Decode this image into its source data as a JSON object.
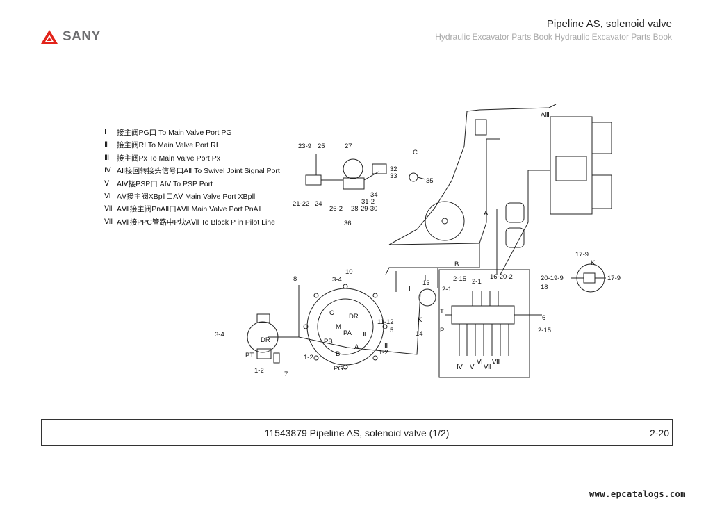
{
  "brand": {
    "name": "SANY"
  },
  "header": {
    "title": "Pipeline AS, solenoid valve",
    "subtitle": "Hydraulic Excavator Parts Book Hydraulic Excavator Parts Book"
  },
  "legend": [
    {
      "num": "Ⅰ",
      "text": "接主阀PG口 To Main Valve Port PG"
    },
    {
      "num": "Ⅱ",
      "text": "接主阀RⅠ  To Main Valve Port RⅠ"
    },
    {
      "num": "Ⅲ",
      "text": "接主阀Px   To Main Valve Port Px"
    },
    {
      "num": "Ⅳ",
      "text": "AⅡ接回转接头信号口AⅡ To Swivel Joint Signal Port"
    },
    {
      "num": "Ⅴ",
      "text": "AⅣ接PSP口 AⅣ To PSP Port"
    },
    {
      "num": "Ⅵ",
      "text": "AⅤ接主阀XBpⅡ口AⅤ Main Valve Port XBpⅡ"
    },
    {
      "num": "Ⅶ",
      "text": "AⅦ接主阀PnAⅡ口AⅦ Main Valve Port PnAⅡ"
    },
    {
      "num": "Ⅷ",
      "text": "AⅦ接PPC管路中P块AⅦ To Block P in Pilot Line"
    }
  ],
  "labels": {
    "l1": "23-9",
    "l2": "25",
    "l3": "27",
    "l4": "C",
    "l5": "32",
    "l6": "33",
    "l7": "35",
    "l8": "21-22",
    "l9": "24",
    "l10": "26-2",
    "l11": "28",
    "l12": "29-30",
    "l13": "34",
    "l14": "31-2",
    "l15": "36",
    "l16": "AⅢ",
    "l17": "A",
    "l18": "B",
    "l19": "13",
    "l20": "17-9",
    "l21": "K",
    "l22": "20-19-9",
    "l23": "17-9",
    "l24": "8",
    "l25": "10",
    "l26": "3-4",
    "l27": "C",
    "l28": "DR",
    "l29": "M",
    "l30": "PA",
    "l31": "Ⅱ",
    "l32": "11-12",
    "l33": "5",
    "l34": "PB",
    "l35": "A",
    "l36": "B",
    "l37": "Ⅲ",
    "l38": "1-2",
    "l39": "PG",
    "l40": "14",
    "l41": "1-2",
    "l42": "3-4",
    "l43": "DR",
    "l44": "PT",
    "l45": "1-2",
    "l46": "7",
    "l47": "Ⅰ",
    "l48": "2-15",
    "l49": "2-1",
    "l50": "2-1",
    "l51": "16-20-2",
    "l52": "18",
    "l53": "6",
    "l54": "2-15",
    "l55": "K",
    "l56": "T",
    "l57": "P",
    "l58": "Ⅳ",
    "l59": "Ⅴ",
    "l60": "Ⅵ",
    "l61": "Ⅶ",
    "l62": "Ⅷ"
  },
  "footer": {
    "title": "11543879 Pipeline AS, solenoid valve (1/2)",
    "page": "2-20"
  },
  "watermark": "www.epcatalogs.com"
}
